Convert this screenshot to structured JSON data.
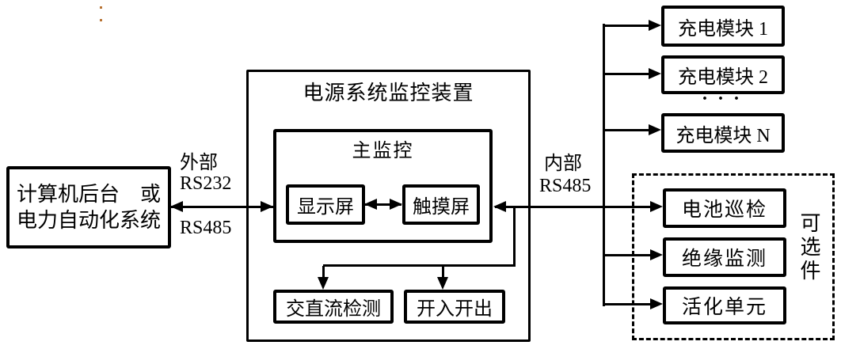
{
  "colors": {
    "line": "#000000",
    "background": "#ffffff",
    "artifact_dot": "#b87333"
  },
  "left_system": {
    "line1": "计算机后台　或",
    "line2": "电力自动化系统"
  },
  "external_link": {
    "location": "外部",
    "protocol1": "RS232",
    "protocol2": "RS485"
  },
  "internal_link": {
    "location": "内部",
    "protocol": "RS485"
  },
  "device": {
    "title": "电源系统监控装置",
    "main_monitor": {
      "title": "主监控",
      "display_screen": "显示屏",
      "touch_screen": "触摸屏"
    },
    "acdc_detection": "交直流检测",
    "digital_io": "开入开出"
  },
  "charging_modules": {
    "items": [
      "充电模块 1",
      "充电模块 2",
      "充电模块 N"
    ],
    "ellipsis": "···"
  },
  "optional_units": {
    "label": "可选件",
    "items": [
      "电池巡检",
      "绝缘监测",
      "活化单元"
    ]
  }
}
